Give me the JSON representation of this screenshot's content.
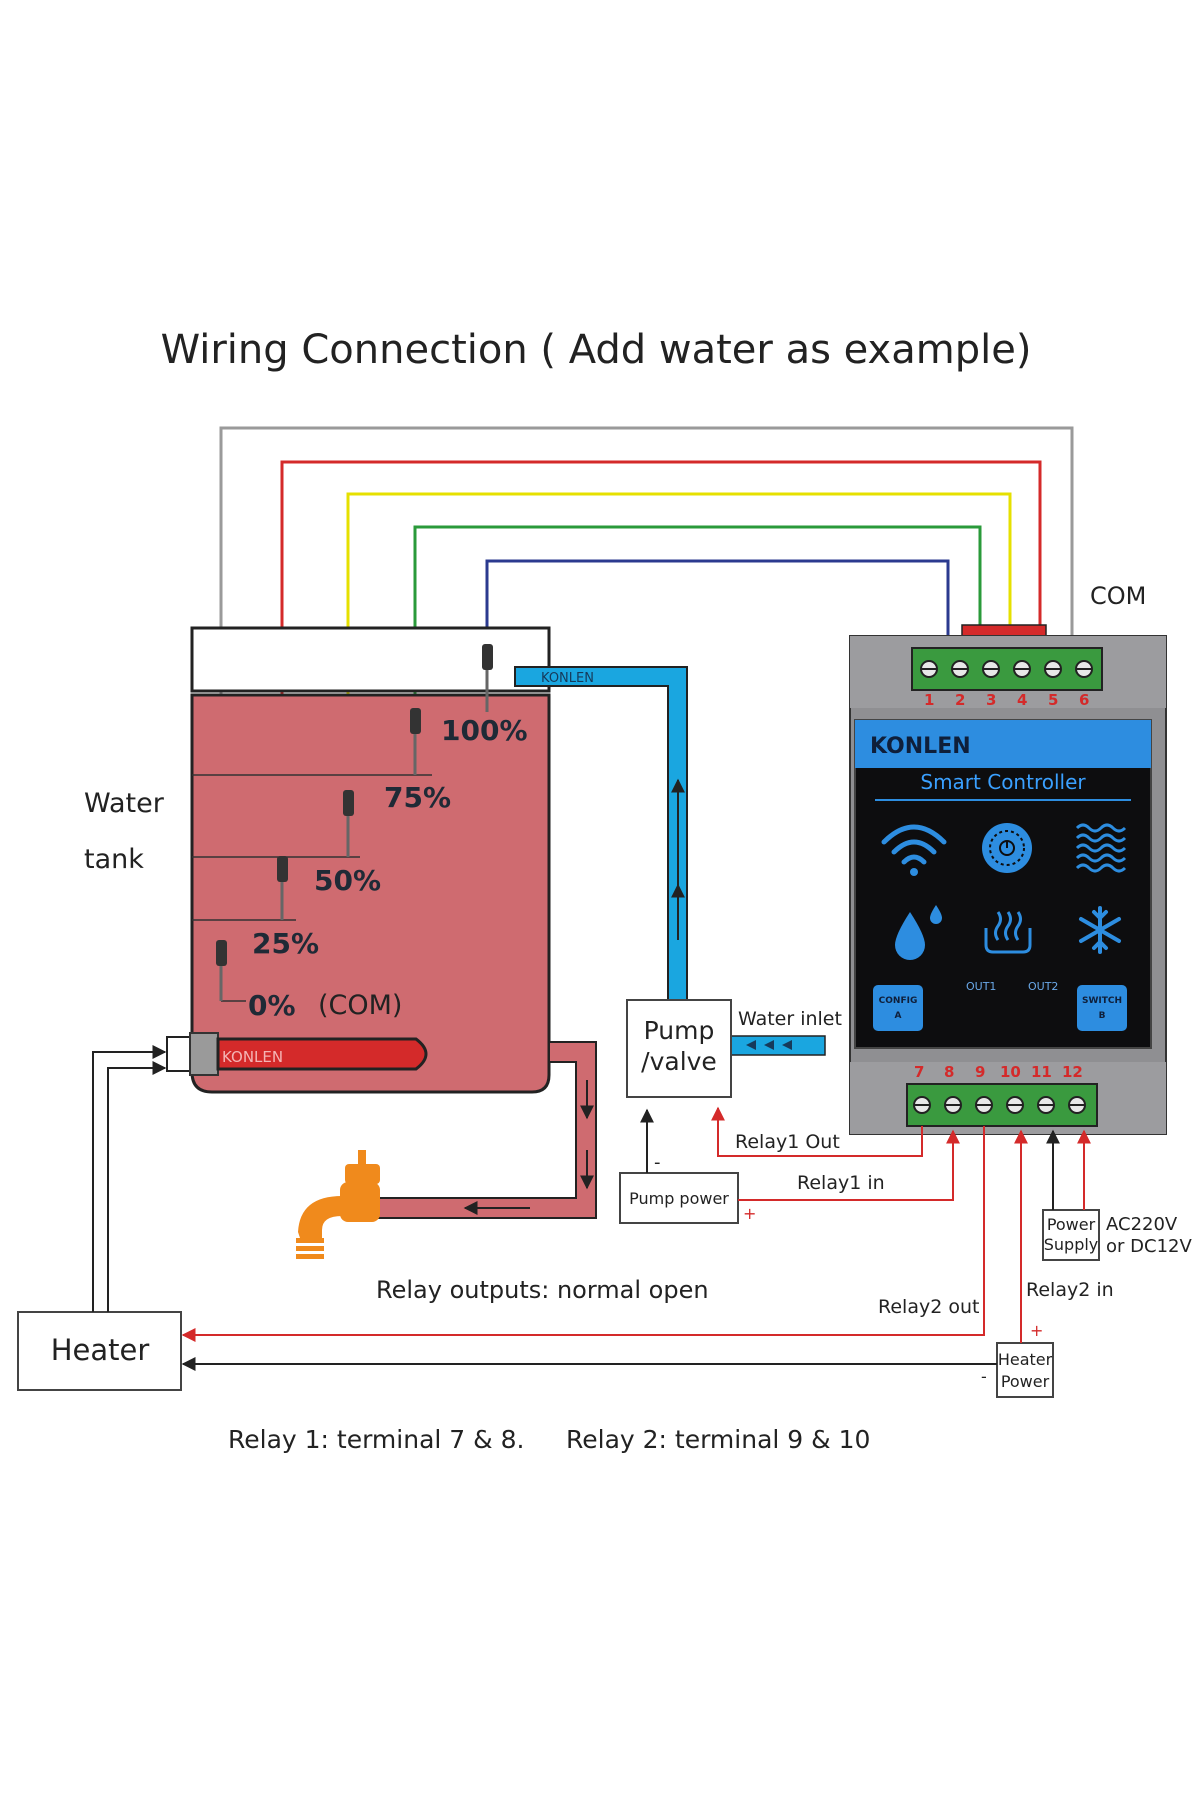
{
  "title": "Wiring Connection ( Add water as example)",
  "tank": {
    "label_line1": "Water",
    "label_line2": "tank",
    "levels": [
      "100%",
      "75%",
      "50%",
      "25%"
    ],
    "level_com_pct": "0%",
    "level_com_suffix": "(COM)",
    "brand_inlet": "KONLEN",
    "brand_heater": "KONLEN"
  },
  "controller": {
    "brand": "KONLEN",
    "subtitle": "Smart Controller",
    "top_terminals": [
      "1",
      "2",
      "3",
      "4",
      "5",
      "6"
    ],
    "bottom_terminals": [
      "7",
      "8",
      "9",
      "10",
      "11",
      "12"
    ],
    "com_label": "COM",
    "out1": "OUT1",
    "out2": "OUT2",
    "btn_a_line1": "CONFIG",
    "btn_a_line2": "A",
    "btn_b_line1": "SWITCH",
    "btn_b_line2": "B",
    "icons": [
      "wifi-icon",
      "timer-dial-icon",
      "water-waves-icon",
      "water-drop-icon",
      "heating-icon",
      "snowflake-icon"
    ]
  },
  "pump": {
    "line1": "Pump",
    "line2": "/valve",
    "water_inlet": "Water inlet",
    "relay1_out": "Relay1 Out",
    "relay1_in": "Relay1 in",
    "pump_power": "Pump power",
    "minus": "-",
    "plus": "+"
  },
  "power_supply": {
    "line1": "Power",
    "line2": "Supply",
    "spec1": "AC220V",
    "spec2": "or DC12V"
  },
  "heater": {
    "label": "Heater",
    "relay2_out": "Relay2 out",
    "relay2_in": "Relay2 in",
    "power_line1": "Heater",
    "power_line2": "Power",
    "plus": "+",
    "minus": "-"
  },
  "notes": {
    "relay_outputs": "Relay outputs: normal open",
    "relay1_terms": "Relay 1: terminal 7 & 8.",
    "relay2_terms": "Relay 2:  terminal 9 & 10"
  },
  "colors": {
    "water": "#cf6b70",
    "pipe": "#1aa6e0",
    "wire_gray": "#9a9a9a",
    "wire_red": "#d42a2a",
    "wire_yellow": "#e6e000",
    "wire_green": "#2a9a3a",
    "wire_blue": "#2b3a8f",
    "controller_blue": "#2d8de0",
    "faucet": "#f08a1c"
  }
}
